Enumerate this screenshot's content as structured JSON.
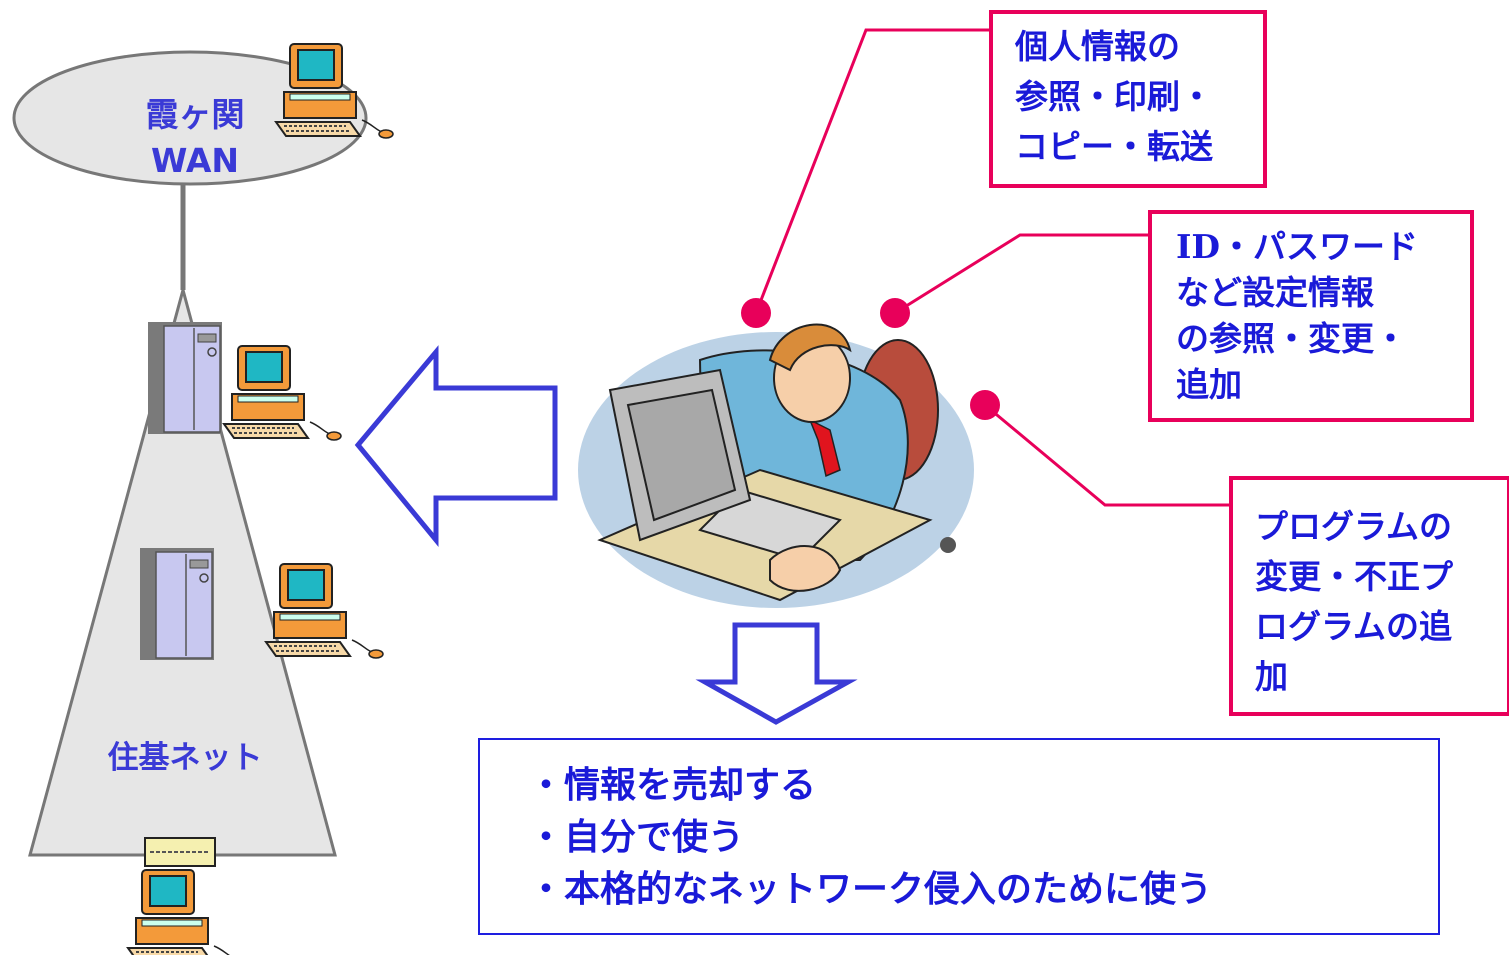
{
  "wan": {
    "line1": "霞ヶ関",
    "line2": "WAN"
  },
  "network_label": "住基ネット",
  "callouts": {
    "top": [
      "個人情報の",
      "参照・印刷・",
      "コピー・転送"
    ],
    "middle": [
      "ID・パスワード",
      "など設定情報",
      "の参照・変更・",
      "追加"
    ],
    "bottom": [
      "プログラムの",
      "変更・不正プ",
      "ログラムの追",
      "加"
    ]
  },
  "results": [
    "・情報を売却する",
    "・自分で使う",
    "・本格的なネットワーク侵入のために使う"
  ],
  "colors": {
    "accent_pink": "#e8005a",
    "text_blue": "#1a1ad8",
    "arrow_blue": "#3a3ad6",
    "gray": "#e6e6e6"
  }
}
